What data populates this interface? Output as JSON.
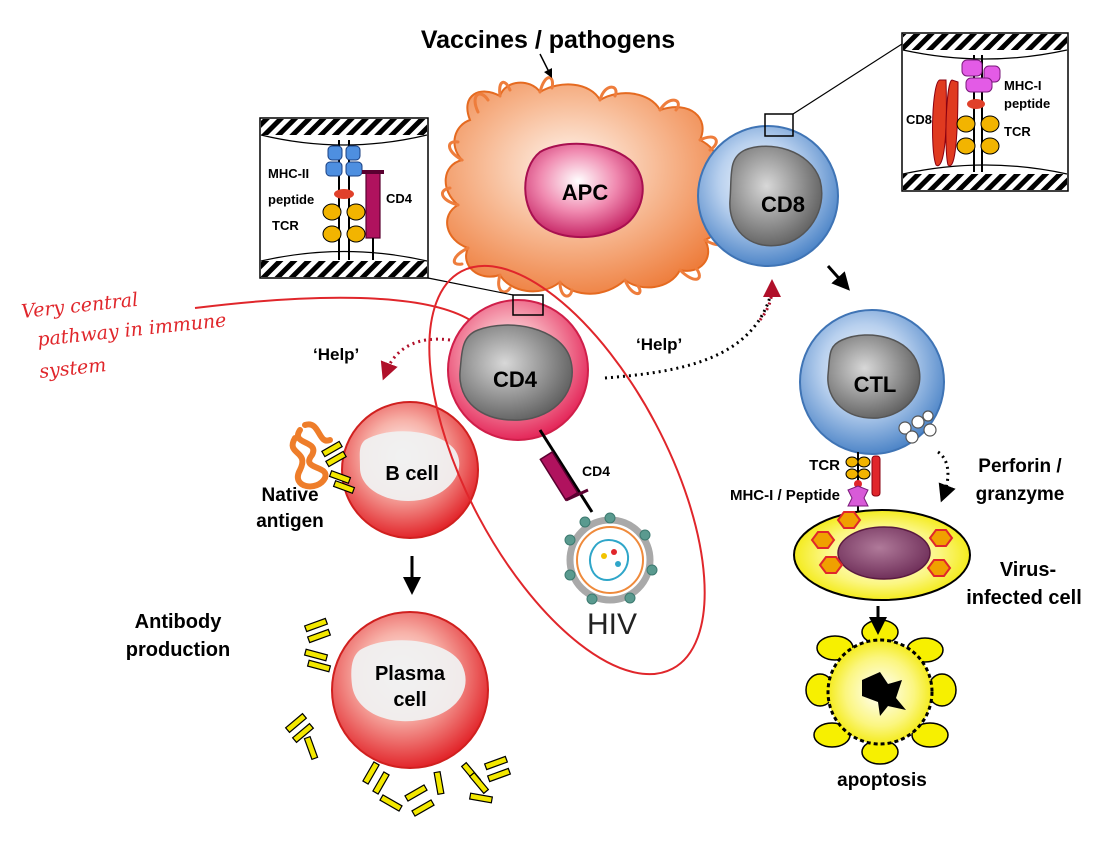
{
  "labels": {
    "title": "Vaccines / pathogens",
    "apc": "APC",
    "cd8_cell": "CD8",
    "cd4_cell": "CD4",
    "ctl": "CTL",
    "b_cell": "B cell",
    "plasma_line1": "Plasma",
    "plasma_line2": "cell",
    "help_left": "‘Help’",
    "help_right": "‘Help’",
    "native_line1": "Native",
    "native_line2": "antigen",
    "antibody_line1": "Antibody",
    "antibody_line2": "production",
    "hiv": "HIV",
    "cd4_receptor": "CD4",
    "tcr": "TCR",
    "mhc1_peptide": "MHC-I / Peptide",
    "perforin_line1": "Perforin /",
    "perforin_line2": "granzyme",
    "virus_line1": "Virus-",
    "virus_line2": "infected cell",
    "apoptosis": "apoptosis"
  },
  "inset_left": {
    "mhc2": "MHC-II",
    "peptide": "peptide",
    "tcr": "TCR",
    "cd4": "CD4"
  },
  "inset_right": {
    "mhc1": "MHC-I",
    "peptide": "peptide",
    "cd8": "CD8",
    "tcr": "TCR"
  },
  "annotation": {
    "line1": "Very central",
    "line2": "pathway in immune",
    "line3": "system"
  },
  "colors": {
    "apc": "#f08a4b",
    "apc_nucleus": "#c8175d",
    "red_cell": "#e8342f",
    "blue_cell": "#6b9bd2",
    "nucleus_gray": "#7a7a7a",
    "annotation": "#e0262b",
    "virus_cell": "#f7f000",
    "cd4_molecule": "#b0125e"
  }
}
